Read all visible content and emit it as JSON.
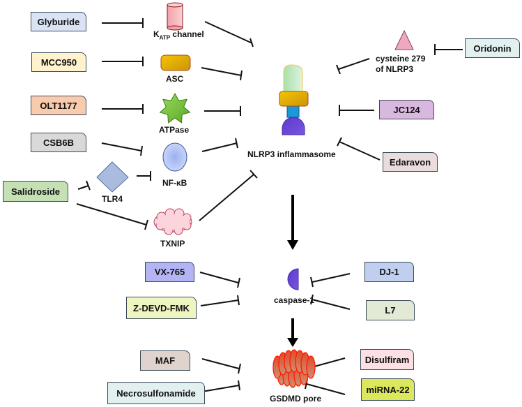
{
  "title": "NLRP3 inflammasome / caspase-1 / GSDMD pore inhibitor pathway",
  "colors": {
    "glyburide": "#dae3f3",
    "mcc950": "#fff2cc",
    "olt1177": "#f8cbad",
    "csb6b": "#d9d9d9",
    "salidroside": "#c5e0b4",
    "oridonin": "#e2f0f0",
    "jc124": "#d9b8e0",
    "edaravon": "#eadcdc",
    "vx765": "#b4b4f5",
    "zdevd": "#eef5c0",
    "dj1": "#c0cff0",
    "l7": "#e2ead5",
    "maf": "#e0d2cc",
    "necro": "#e2f0f0",
    "disulfiram": "#fde0e4",
    "mirna22": "#dbe85c"
  },
  "inhibitors": {
    "glyburide": "Glyburide",
    "mcc950": "MCC950",
    "olt1177": "OLT1177",
    "csb6b": "CSB6B",
    "salidroside": "Salidroside",
    "oridonin": "Oridonin",
    "jc124": "JC124",
    "edaravon": "Edaravon",
    "vx765": "VX-765",
    "zdevd": "Z-DEVD-FMK",
    "dj1": "DJ-1",
    "l7": "L7",
    "maf": "MAF",
    "necro": "Necrosulfonamide",
    "disulfiram": "Disulfiram",
    "mirna22": "miRNA-22"
  },
  "targets": {
    "katp_main": "K",
    "katp_sub": "ATP",
    "katp_rest": " channel",
    "asc": "ASC",
    "atpase": "ATPase",
    "nfkb": "NF-κB",
    "tlr4": "TLR4",
    "txnip": "TXNIP",
    "cys_line1": "cysteine 279",
    "cys_line2": "of NLRP3",
    "nlrp3": "NLRP3 inflammasome",
    "caspase1": "caspase-1",
    "gsdmd": "GSDMD pore"
  }
}
